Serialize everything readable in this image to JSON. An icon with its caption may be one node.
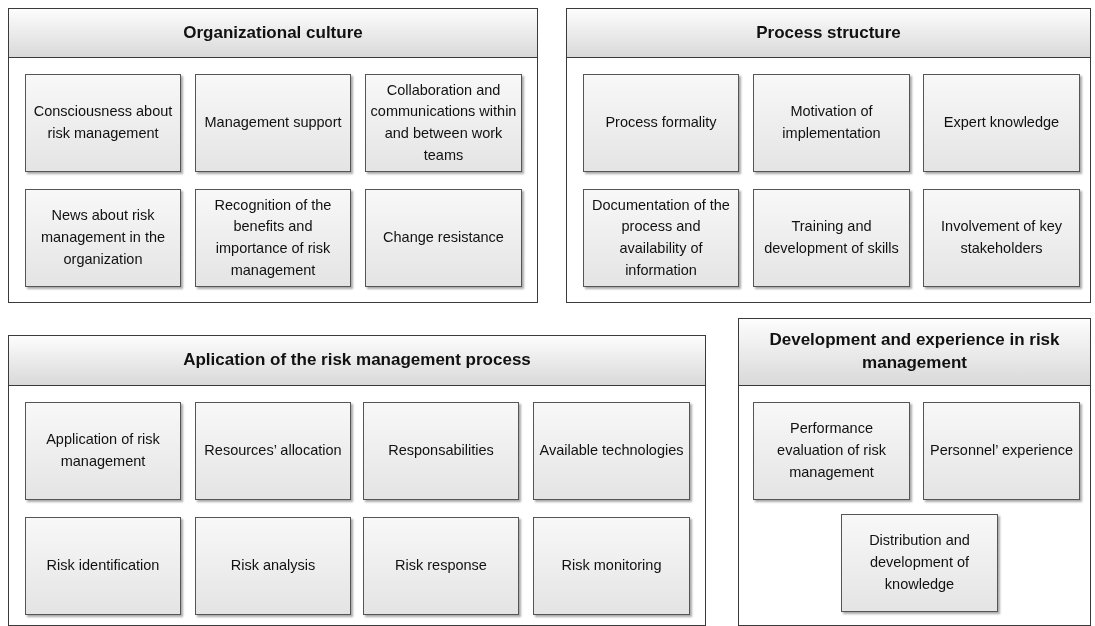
{
  "diagram": {
    "nodes": [
      {
        "text": [
          "Organizational culture"
        ]
      },
      {
        "text": [
          "Consciousness about risk management"
        ],
        "in": 0
      },
      {
        "text": [
          "Management support"
        ],
        "in": 0
      },
      {
        "text": [
          "Collaboration and communications within and between work teams"
        ],
        "in": 0
      },
      {
        "text": [
          "News about risk management in the organization"
        ],
        "in": 0
      },
      {
        "text": [
          "Recognition of the benefits and importance of risk management"
        ],
        "in": 0
      },
      {
        "text": [
          "Change resistance"
        ],
        "in": 0
      },
      {
        "text": [
          "Process structure"
        ]
      },
      {
        "text": [
          "Process formality"
        ],
        "in": 7
      },
      {
        "text": [
          "Motivation of implementation"
        ],
        "in": 7
      },
      {
        "text": [
          "Expert knowledge"
        ],
        "in": 7
      },
      {
        "text": [
          "Documentation of the process and availability of information"
        ],
        "in": 7
      },
      {
        "text": [
          "Training and development of skills"
        ],
        "in": 7
      },
      {
        "text": [
          "Involvement of key stakeholders"
        ],
        "in": 7
      },
      {
        "text": [
          "Aplication of the risk management process"
        ]
      },
      {
        "text": [
          "Application of risk management"
        ],
        "in": 14
      },
      {
        "text": [
          "Resources’ allocation"
        ],
        "in": 14
      },
      {
        "text": [
          "Responsabilities"
        ],
        "in": 14
      },
      {
        "text": [
          "Available technologies"
        ],
        "in": 14
      },
      {
        "text": [
          "Risk identification"
        ],
        "in": 14
      },
      {
        "text": [
          "Risk analysis"
        ],
        "in": 14
      },
      {
        "text": [
          "Risk response"
        ],
        "in": 14
      },
      {
        "text": [
          "Risk monitoring"
        ],
        "in": 14
      },
      {
        "text": [
          "Development and experience in risk management"
        ]
      },
      {
        "text": [
          "Performance evaluation of risk management"
        ],
        "in": 23
      },
      {
        "text": [
          "Personnel’ experience"
        ],
        "in": 23
      },
      {
        "text": [
          "Distribution and development of knowledge"
        ],
        "in": 23
      }
    ]
  }
}
